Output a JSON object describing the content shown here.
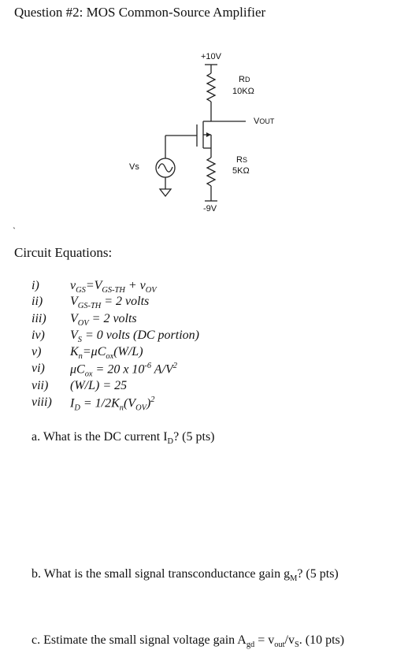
{
  "title": "Question #2: MOS Common-Source Amplifier",
  "circuit": {
    "supply_top": "+10V",
    "supply_bottom": "-9V",
    "rd_label": "R",
    "rd_sub": "D",
    "rd_value": "10KΩ",
    "rs_label": "R",
    "rs_sub": "S",
    "rs_value": "5KΩ",
    "vout_label": "V",
    "vout_sub": "OUT",
    "vs_label": "Vs"
  },
  "stray_mark": "`",
  "equations_heading": "Circuit Equations:",
  "equations": [
    {
      "num": "i)",
      "parts": [
        "v",
        "GS",
        "=V",
        "GS-TH",
        " + v",
        "OV",
        ""
      ]
    },
    {
      "num": "ii)",
      "parts": [
        "V",
        "GS-TH",
        " = 2 volts"
      ]
    },
    {
      "num": "iii)",
      "parts": [
        "V",
        "OV",
        " = 2 volts"
      ]
    },
    {
      "num": "iv)",
      "parts": [
        "V",
        "S",
        " = 0 volts (DC portion)"
      ]
    },
    {
      "num": "v)",
      "parts": [
        "K",
        "n",
        "=μC",
        "ox",
        "(W/L)"
      ]
    },
    {
      "num": "vi)",
      "parts": [
        "μC",
        "ox",
        " = 20 x 10",
        "-6",
        " A/V",
        "2",
        ""
      ]
    },
    {
      "num": "vii)",
      "parts": [
        "(W/L) = 25"
      ]
    },
    {
      "num": "viii)",
      "parts": [
        "I",
        "D",
        " = 1/2K",
        "n",
        "(V",
        "OV",
        ")",
        "2",
        ""
      ]
    }
  ],
  "questions": {
    "a": {
      "pre": "a.  What is the DC current I",
      "sub": "D",
      "post": "? (5 pts)"
    },
    "b": {
      "pre": "b.  What is the small signal transconductance gain g",
      "sub": "M",
      "post": "? (5 pts)"
    },
    "c": {
      "pre": "c.  Estimate the small signal voltage gain A",
      "sub": "gd",
      "mid": " = v",
      "sub2": "out",
      "mid2": "/v",
      "sub3": "S",
      "post": ".  (10 pts)"
    }
  }
}
